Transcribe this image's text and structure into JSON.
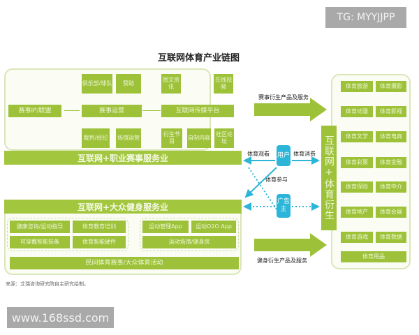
{
  "watermarks": {
    "top_right": "TG: MYYJJPP",
    "bottom_left": "www.168ssd.com"
  },
  "title": "互联网体育产业链图",
  "pro_sports": {
    "bar_label": "互联网+职业赛事服务业",
    "ip_box": "赛事IP/联盟",
    "operation_box": "赛事运营",
    "operation_inputs_top": [
      "俱乐部/球队",
      "赞助"
    ],
    "operation_inputs_bottom": [
      "裁判/经纪",
      "场馆运营"
    ],
    "media_box": "互联网传媒平台",
    "media_inputs_top": [
      "图文资讯",
      "在线视频"
    ],
    "media_inputs_bottom": [
      "衍生节目",
      "自制内容",
      "社区论坛"
    ]
  },
  "mass_fitness": {
    "bar_label": "互联网+大众健身服务业",
    "group_left": [
      "健康咨询/运动指导",
      "体育教育培训",
      "可穿戴智能装备",
      "体育智能硬件"
    ],
    "group_right": [
      "运动管理App",
      "运动O2O App",
      "运动场馆/健身房"
    ],
    "bottom_bar": "民间体育赛事/大众体育活动"
  },
  "middle": {
    "arrow_top_label": "赛事衍生产品及服务",
    "arrow_bottom_label": "健身衍生产品及服务",
    "user_label": "用户",
    "advertiser_label": "广告主",
    "watch_label": "体育观看",
    "consume_label": "体育消费",
    "participate_label": "体育参与"
  },
  "derivatives": {
    "vertical_label": "互联网+体育衍生",
    "items": [
      [
        "体育旅游",
        "体育摄影"
      ],
      [
        "体育动漫",
        "体育影视"
      ],
      [
        "体育文学",
        "体育电商"
      ],
      [
        "体育彩票",
        "体育金融"
      ],
      [
        "体育保险",
        "体育中介"
      ],
      [
        "体育地产",
        "体育会展"
      ],
      [
        "体育游戏",
        "体育数据"
      ]
    ],
    "bottom_item": "体育用品"
  },
  "source": "来源：艾瑞咨询研究院自主研究绘制。",
  "colors": {
    "green": "#9dc23a",
    "blue": "#2bb5d8",
    "panel_border": "#d9e6b8",
    "watermark": "#a9a9a9"
  }
}
